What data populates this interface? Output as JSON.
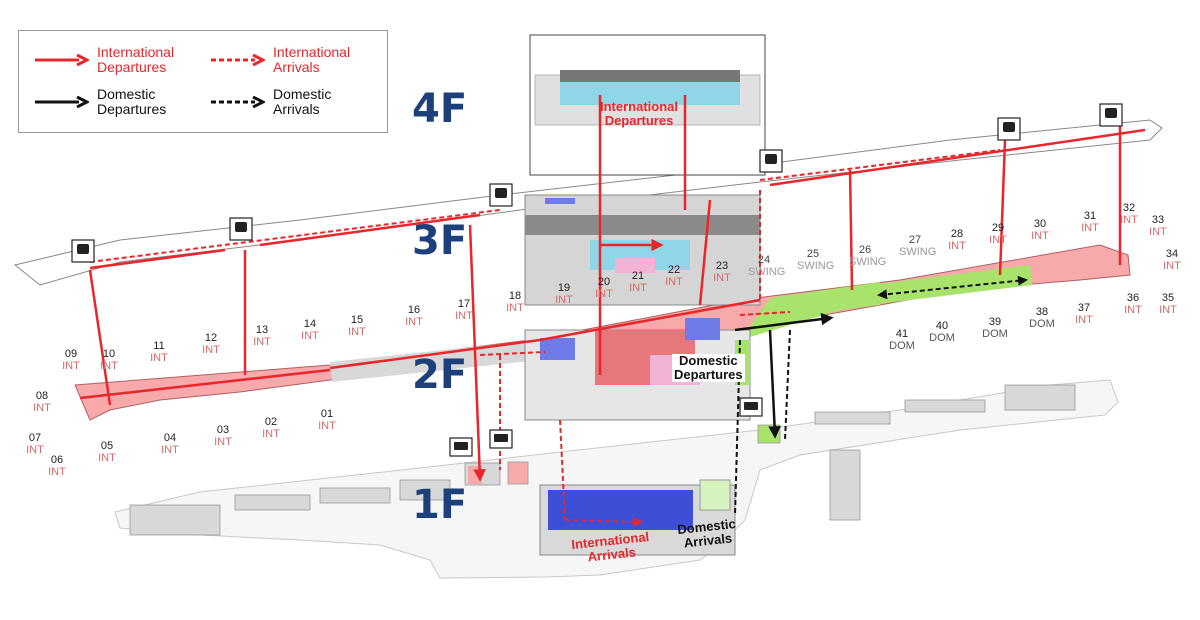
{
  "legend": {
    "intl_departures": "International\nDepartures",
    "intl_arrivals": "International\nArrivals",
    "dom_departures": "Domestic\nDepartures",
    "dom_arrivals": "Domestic\nArrivals"
  },
  "floors": {
    "f4": "4F",
    "f3": "3F",
    "f2": "2F",
    "f1": "1F"
  },
  "area_labels": {
    "intl_dep_4f": "International\nDepartures",
    "dom_dep_2f": "Domestic\nDepartures",
    "intl_arr_1f": "International\nArrivals",
    "dom_arr_1f": "Domestic\nArrivals"
  },
  "gates": [
    {
      "num": "01",
      "type": "INT"
    },
    {
      "num": "02",
      "type": "INT"
    },
    {
      "num": "03",
      "type": "INT"
    },
    {
      "num": "04",
      "type": "INT"
    },
    {
      "num": "05",
      "type": "INT"
    },
    {
      "num": "06",
      "type": "INT"
    },
    {
      "num": "07",
      "type": "INT"
    },
    {
      "num": "08",
      "type": "INT"
    },
    {
      "num": "09",
      "type": "INT"
    },
    {
      "num": "10",
      "type": "INT"
    },
    {
      "num": "11",
      "type": "INT"
    },
    {
      "num": "12",
      "type": "INT"
    },
    {
      "num": "13",
      "type": "INT"
    },
    {
      "num": "14",
      "type": "INT"
    },
    {
      "num": "15",
      "type": "INT"
    },
    {
      "num": "16",
      "type": "INT"
    },
    {
      "num": "17",
      "type": "INT"
    },
    {
      "num": "18",
      "type": "INT"
    },
    {
      "num": "19",
      "type": "INT"
    },
    {
      "num": "20",
      "type": "INT"
    },
    {
      "num": "21",
      "type": "INT"
    },
    {
      "num": "22",
      "type": "INT"
    },
    {
      "num": "23",
      "type": "INT"
    },
    {
      "num": "24",
      "type": "SWING"
    },
    {
      "num": "25",
      "type": "SWING"
    },
    {
      "num": "26",
      "type": "SWING"
    },
    {
      "num": "27",
      "type": "SWING"
    },
    {
      "num": "28",
      "type": "INT"
    },
    {
      "num": "29",
      "type": "INT"
    },
    {
      "num": "30",
      "type": "INT"
    },
    {
      "num": "31",
      "type": "INT"
    },
    {
      "num": "32",
      "type": "INT"
    },
    {
      "num": "33",
      "type": "INT"
    },
    {
      "num": "34",
      "type": "INT"
    },
    {
      "num": "35",
      "type": "INT"
    },
    {
      "num": "36",
      "type": "INT"
    },
    {
      "num": "37",
      "type": "INT"
    },
    {
      "num": "38",
      "type": "DOM"
    },
    {
      "num": "39",
      "type": "DOM"
    },
    {
      "num": "40",
      "type": "DOM"
    },
    {
      "num": "41",
      "type": "DOM"
    }
  ],
  "icons": [
    "train-icon",
    "bus-icon"
  ],
  "colors": {
    "intl": "#e8262b",
    "dom": "#111111",
    "intl_area": "#f7a9ab",
    "dom_area": "#a8e36b",
    "arrivals_area": "#3d4fd6",
    "lounge": "#8fd6e8",
    "floor_label": "#1d3f7a"
  }
}
